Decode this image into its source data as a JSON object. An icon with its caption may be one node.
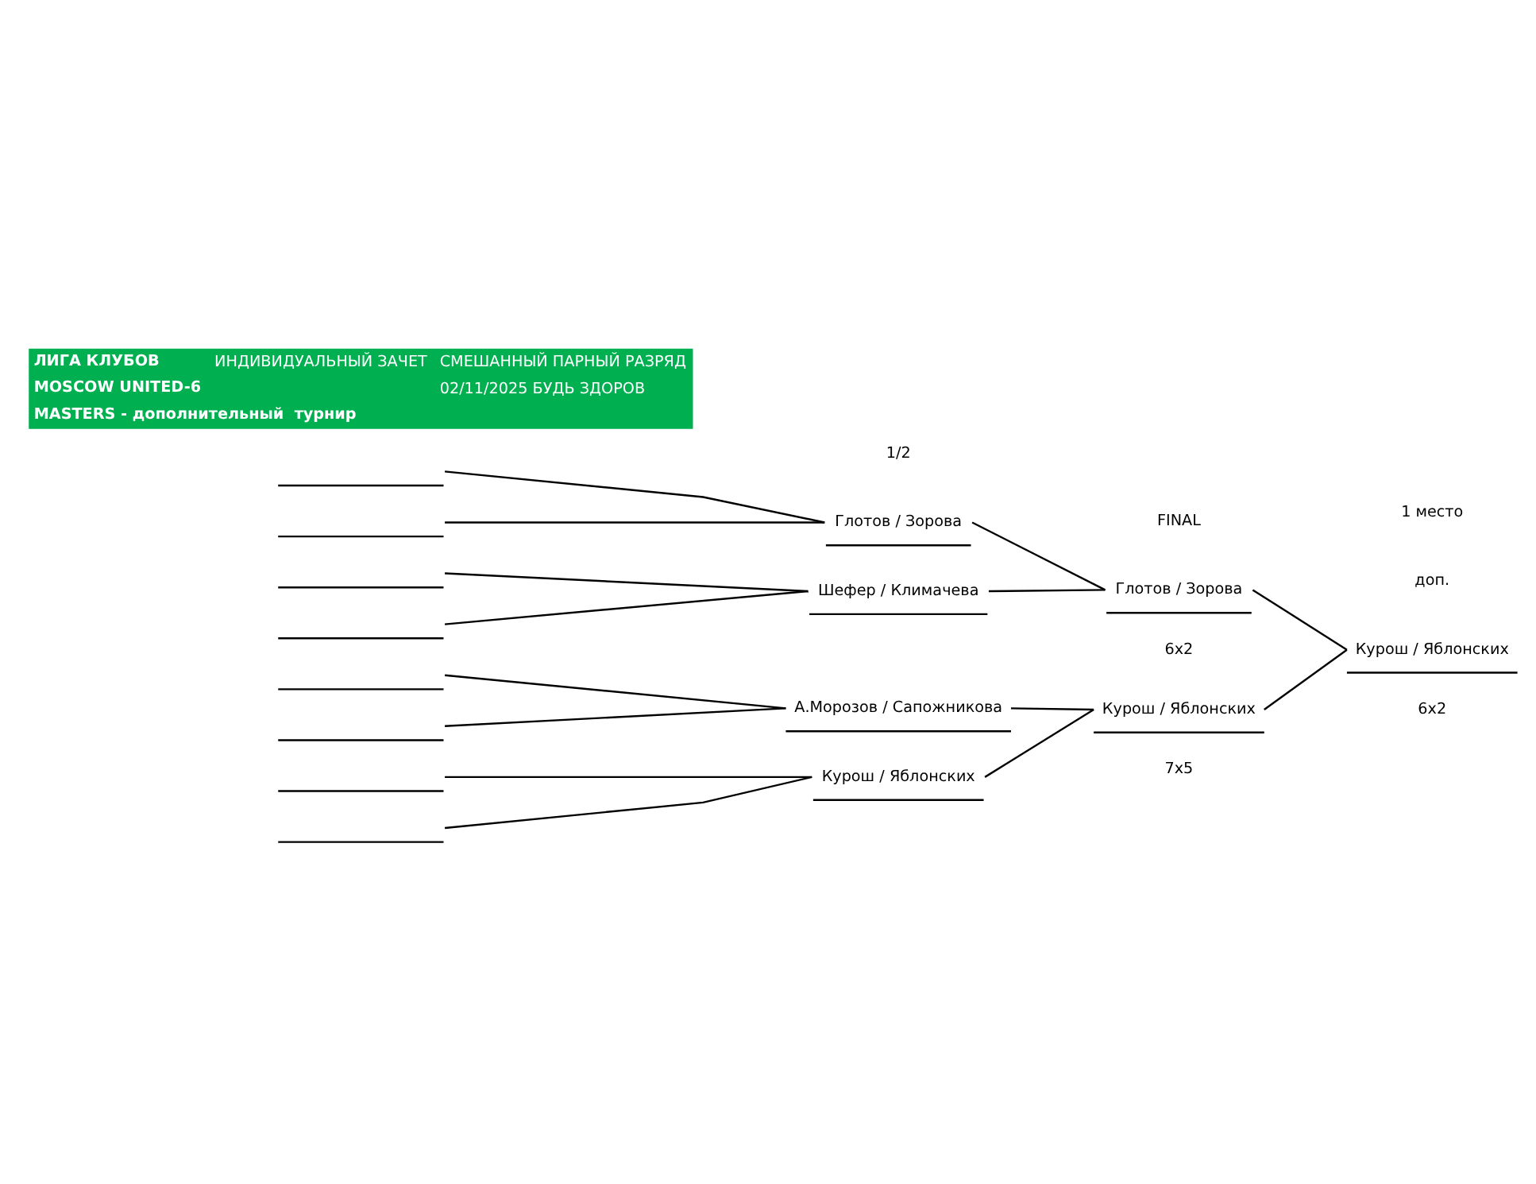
{
  "diagram": {
    "nodes": [
      {
        "text": [
          "Глотов / Зорова"
        ]
      },
      {
        "text": [
          "Шефер / Климачева"
        ]
      },
      {
        "text": [
          "А.Морозов / Сапожникова"
        ]
      },
      {
        "text": [
          "Курош / Яблонских"
        ]
      },
      {
        "text": [
          "Глотов / Зорова"
        ],
        "beside": [
          "6x2"
        ]
      },
      {
        "text": [
          "Курош / Яблонских"
        ],
        "beside": [
          "7x5"
        ]
      },
      {
        "text": [
          "Курош / Яблонских"
        ],
        "beside": [
          "6x2"
        ]
      },
      {
        "text": [],
        "shape": "bar"
      },
      {
        "text": [],
        "shape": "bar"
      },
      {
        "text": [],
        "shape": "bar"
      },
      {
        "text": [],
        "shape": "bar"
      },
      {
        "text": [],
        "shape": "bar"
      },
      {
        "text": [],
        "shape": "bar"
      },
      {
        "text": [],
        "shape": "bar"
      },
      {
        "text": [],
        "shape": "bar"
      }
    ],
    "edges": [
      {
        "from": 7,
        "to": 0,
        "arrow": "none"
      },
      {
        "from": 8,
        "to": 0,
        "arrow": "none"
      },
      {
        "from": 9,
        "to": 1,
        "arrow": "none"
      },
      {
        "from": 10,
        "to": 1,
        "arrow": "none"
      },
      {
        "from": 11,
        "to": 2,
        "arrow": "none"
      },
      {
        "from": 12,
        "to": 2,
        "arrow": "none"
      },
      {
        "from": 13,
        "to": 3,
        "arrow": "none"
      },
      {
        "from": 14,
        "to": 3,
        "arrow": "none"
      },
      {
        "from": 0,
        "to": 4,
        "arrow": "none"
      },
      {
        "from": 1,
        "to": 4,
        "arrow": "none"
      },
      {
        "from": 2,
        "to": 5,
        "arrow": "none"
      },
      {
        "from": 3,
        "to": 5,
        "arrow": "none"
      },
      {
        "from": 4,
        "to": 6,
        "arrow": "none"
      },
      {
        "from": 5,
        "to": 6,
        "arrow": "none"
      }
    ],
    "labels": [
      "ЛИГА КЛУБОВ",
      "ИНДИВИДУАЛЬНЫЙ ЗАЧЕТ",
      "СМЕШАННЫЙ ПАРНЫЙ РАЗРЯД",
      "MOSCOW UNITED-6",
      "02/11/2025 БУДЬ ЗДОРОВ",
      "MASTERS - дополнительный  турнир",
      "1/2",
      "FINAL",
      "1 место",
      "доп."
    ]
  }
}
